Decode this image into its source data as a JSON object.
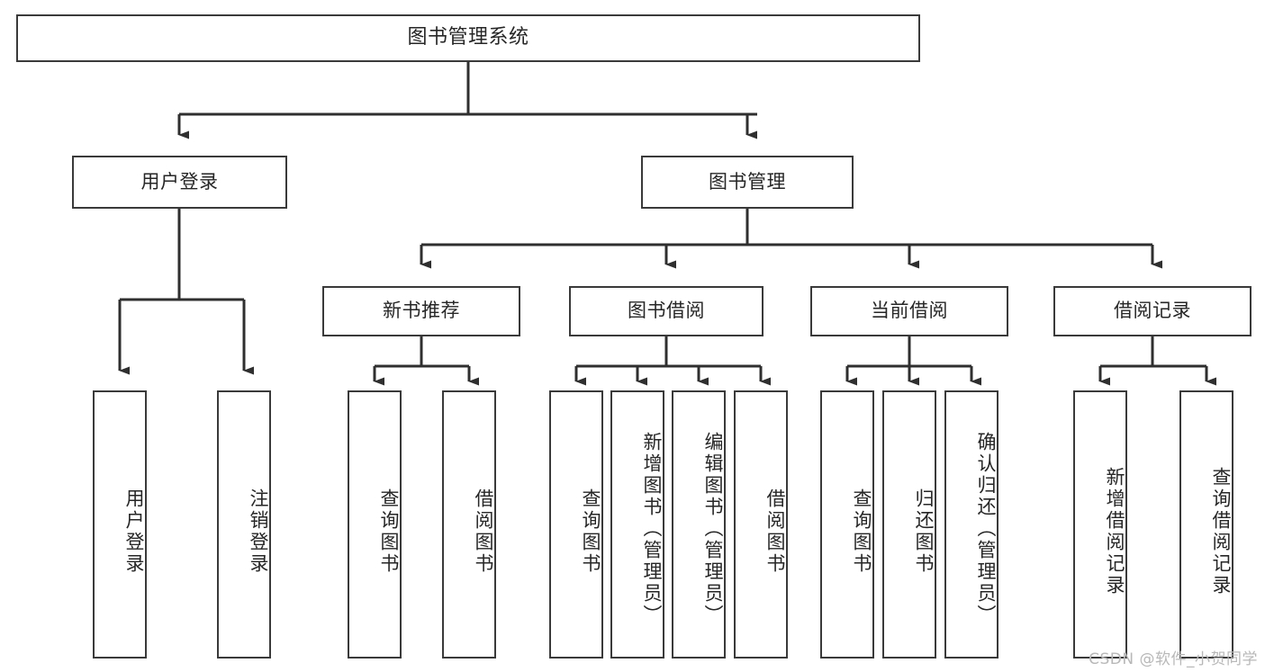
{
  "diagram": {
    "title": "图书管理系统",
    "type": "hierarchy-tree",
    "watermark": "CSDN @软件_小贺同学",
    "colors": {
      "stroke": "#3a3a3a",
      "fill": "#ffffff",
      "text": "#262626",
      "watermark": "#b8b8b8"
    }
  },
  "nodes": {
    "root": {
      "label": "图书管理系统"
    },
    "level2": [
      {
        "id": "user-login",
        "label": "用户登录"
      },
      {
        "id": "book-manage",
        "label": "图书管理"
      }
    ],
    "level3": [
      {
        "id": "new-book-rec",
        "label": "新书推荐"
      },
      {
        "id": "book-borrow",
        "label": "图书借阅"
      },
      {
        "id": "current-borrow",
        "label": "当前借阅"
      },
      {
        "id": "borrow-record",
        "label": "借阅记录"
      }
    ],
    "leaves": [
      {
        "id": "leaf-user-login",
        "label": "用户登录",
        "parent": "user-login"
      },
      {
        "id": "leaf-user-logout",
        "label": "注销登录",
        "parent": "user-login"
      },
      {
        "id": "leaf-query-book-1",
        "label": "查询图书",
        "parent": "new-book-rec"
      },
      {
        "id": "leaf-borrow-book-1",
        "label": "借阅图书",
        "parent": "new-book-rec"
      },
      {
        "id": "leaf-query-book-2",
        "label": "查询图书",
        "parent": "book-borrow"
      },
      {
        "id": "leaf-add-book",
        "label": "新增图书（管理员）",
        "parent": "book-borrow"
      },
      {
        "id": "leaf-edit-book",
        "label": "编辑图书（管理员）",
        "parent": "book-borrow"
      },
      {
        "id": "leaf-borrow-book-2",
        "label": "借阅图书",
        "parent": "book-borrow"
      },
      {
        "id": "leaf-query-book-3",
        "label": "查询图书",
        "parent": "current-borrow"
      },
      {
        "id": "leaf-return-book",
        "label": "归还图书",
        "parent": "current-borrow"
      },
      {
        "id": "leaf-confirm-return",
        "label": "确认归还（管理员）",
        "parent": "current-borrow"
      },
      {
        "id": "leaf-add-record",
        "label": "新增借阅记录",
        "parent": "borrow-record"
      },
      {
        "id": "leaf-query-record",
        "label": "查询借阅记录",
        "parent": "borrow-record"
      }
    ]
  }
}
